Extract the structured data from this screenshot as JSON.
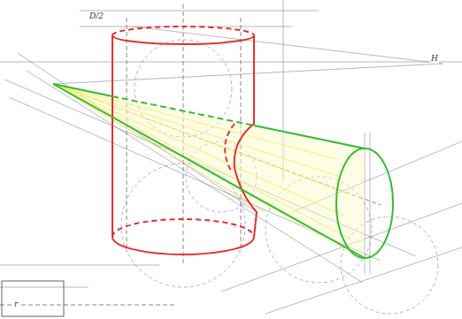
{
  "diagram": {
    "labels": [
      "D/2",
      "H",
      "r"
    ]
  }
}
